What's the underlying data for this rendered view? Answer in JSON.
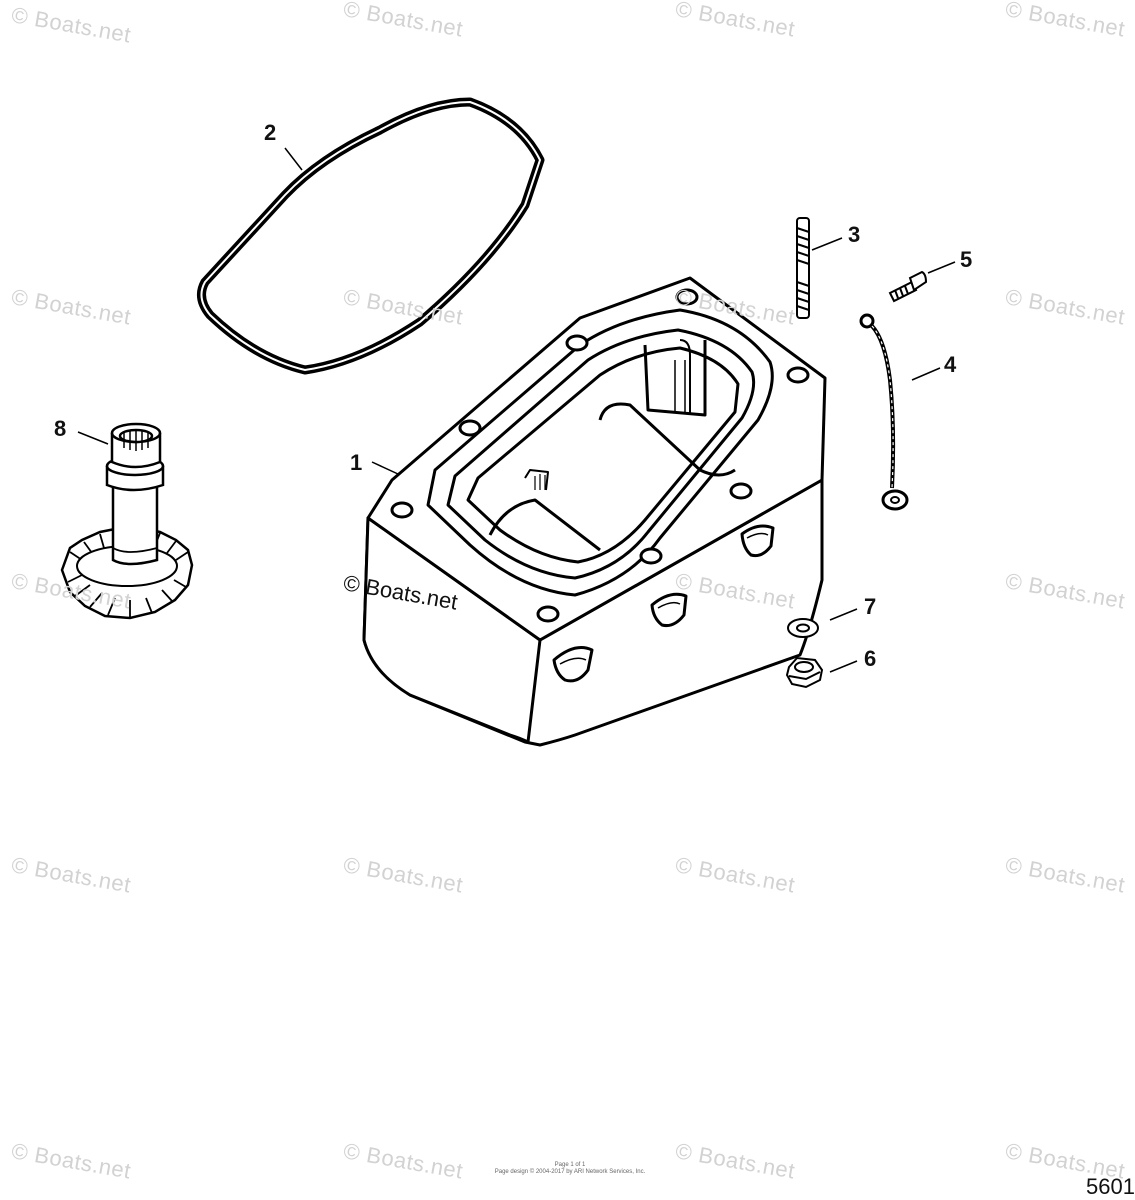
{
  "watermark": {
    "text": "© Boats.net"
  },
  "callouts": [
    {
      "label": "1"
    },
    {
      "label": "2"
    },
    {
      "label": "3"
    },
    {
      "label": "4"
    },
    {
      "label": "5"
    },
    {
      "label": "6"
    },
    {
      "label": "7"
    },
    {
      "label": "8"
    }
  ],
  "footer": {
    "line1": "Page 1 of 1",
    "line2": "Page design © 2004-2017 by ARI Network Services, Inc."
  },
  "figure_id": "5601"
}
